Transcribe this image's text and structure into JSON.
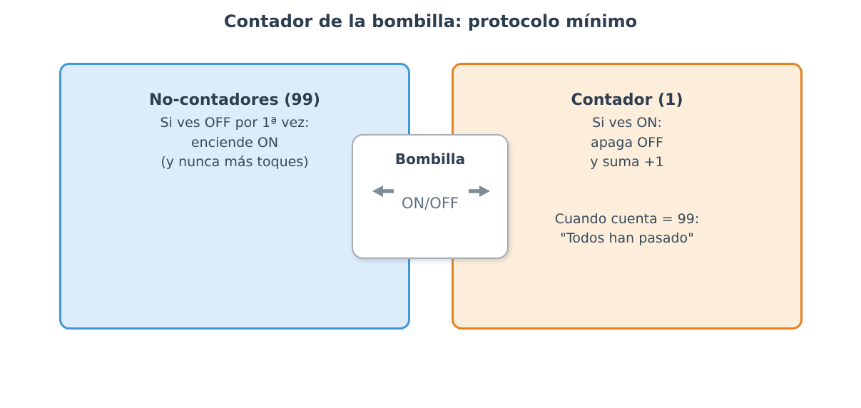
{
  "title": "Contador de la bombilla: protocolo mínimo",
  "left_box": {
    "title": "No-contadores (99)",
    "lines": [
      "Si ves OFF por 1ª vez:",
      "enciende ON",
      "(y nunca más toques)"
    ]
  },
  "right_box": {
    "title": "Contador (1)",
    "rule_lines": [
      "Si ves ON:",
      "apaga OFF",
      "y suma +1"
    ],
    "end_lines": [
      "Cuando cuenta = 99:",
      "\"Todos han pasado\""
    ]
  },
  "bulb_box": {
    "title": "Bombilla",
    "state_label": "ON/OFF",
    "icons": [
      "left-arrow-icon",
      "right-arrow-icon"
    ]
  },
  "colors": {
    "title_text": "#2d3e50",
    "body_text": "#36495a",
    "state_text": "#5d7282",
    "blue_border": "#3f97d6",
    "blue_fill": "#ddecfa",
    "orange_border": "#e5811e",
    "orange_fill": "#fdeedb",
    "gray_border": "#a6aeb6",
    "bulb_fill": "#ffffff",
    "arrow_color": "#7d8c96",
    "background": "#ffffff"
  }
}
